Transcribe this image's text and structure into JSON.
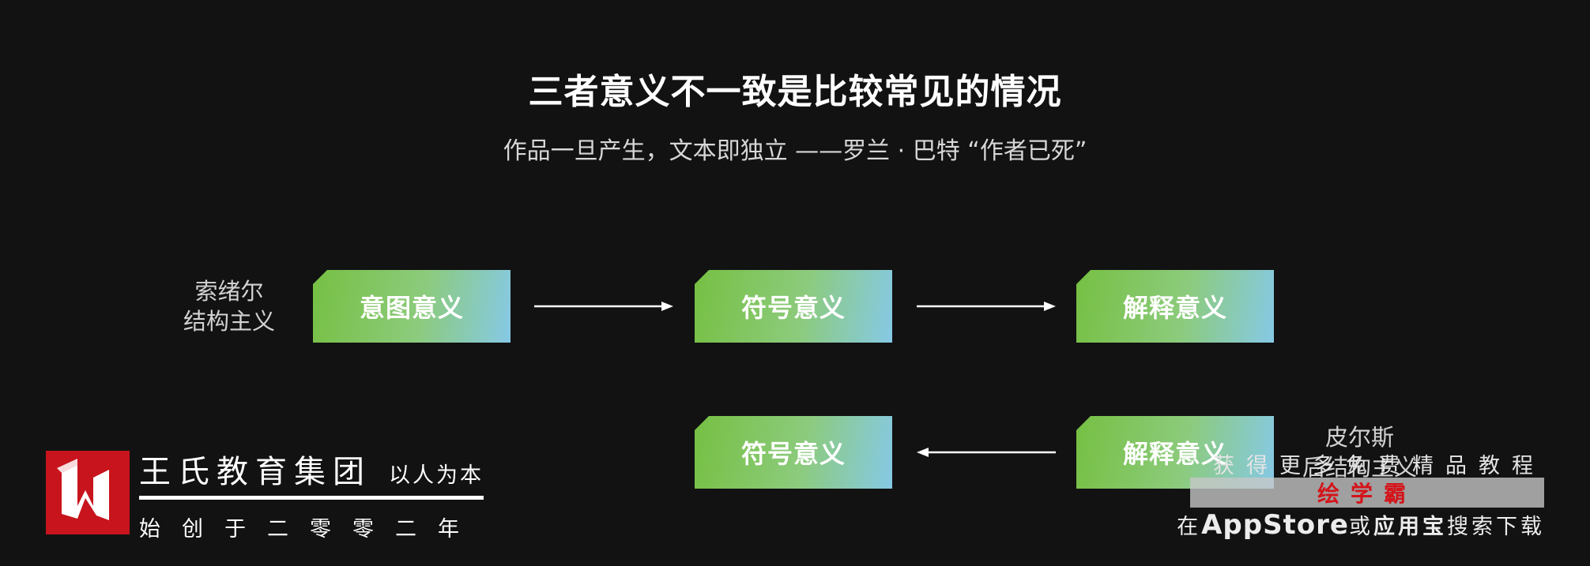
{
  "title": "三者意义不一致是比较常见的情况",
  "subtitle": "作品一旦产生，文本即独立 ——罗兰 · 巴特 “作者已死”",
  "diagram": {
    "left_label_line1": "索绪尔",
    "left_label_line2": "结构主义",
    "right_label_line1": "皮尔斯",
    "right_label_line2": "后结构主义",
    "row1": [
      "意图意义",
      "符号意义",
      "解释意义"
    ],
    "row2": [
      "符号意义",
      "解释意义"
    ],
    "box_gradient": [
      "#76c043",
      "#86c9e6"
    ]
  },
  "logo": {
    "name": "王氏教育集团",
    "motto": "以人为本",
    "founded": "始创于二零零二年",
    "brand_color": "#c8141d"
  },
  "watermark": {
    "line1": "获得更多免费精品教程",
    "brand": "绘学霸",
    "line3_prefix": "在",
    "line3_app": "AppStore",
    "line3_mid": "或",
    "line3_store": "应用宝",
    "line3_suffix": "搜索下载"
  }
}
